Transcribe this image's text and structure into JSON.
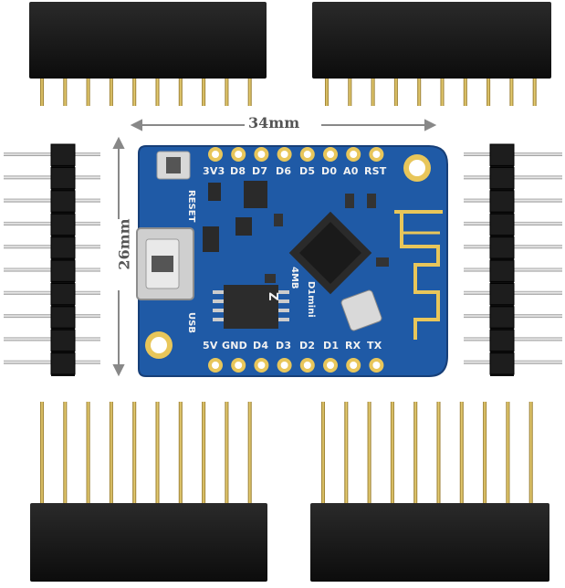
{
  "dimensions": {
    "width_label": "34mm",
    "height_label": "26mm"
  },
  "board": {
    "top_pins": [
      "3V3",
      "D8",
      "D7",
      "D6",
      "D5",
      "D0",
      "A0",
      "RST"
    ],
    "bottom_pins": [
      "5V",
      "GND",
      "D4",
      "D3",
      "D2",
      "D1",
      "RX",
      "TX"
    ],
    "reset_label": "RESET",
    "usb_label": "USB",
    "flash_label": "4MB",
    "model_label": "D1mini",
    "chip_marking": "Z"
  },
  "colors": {
    "pcb": "#1f5aa6",
    "header": "#1a1a1a",
    "pin_gold": "#c9a94a",
    "pad_gold": "#e8c65a"
  }
}
